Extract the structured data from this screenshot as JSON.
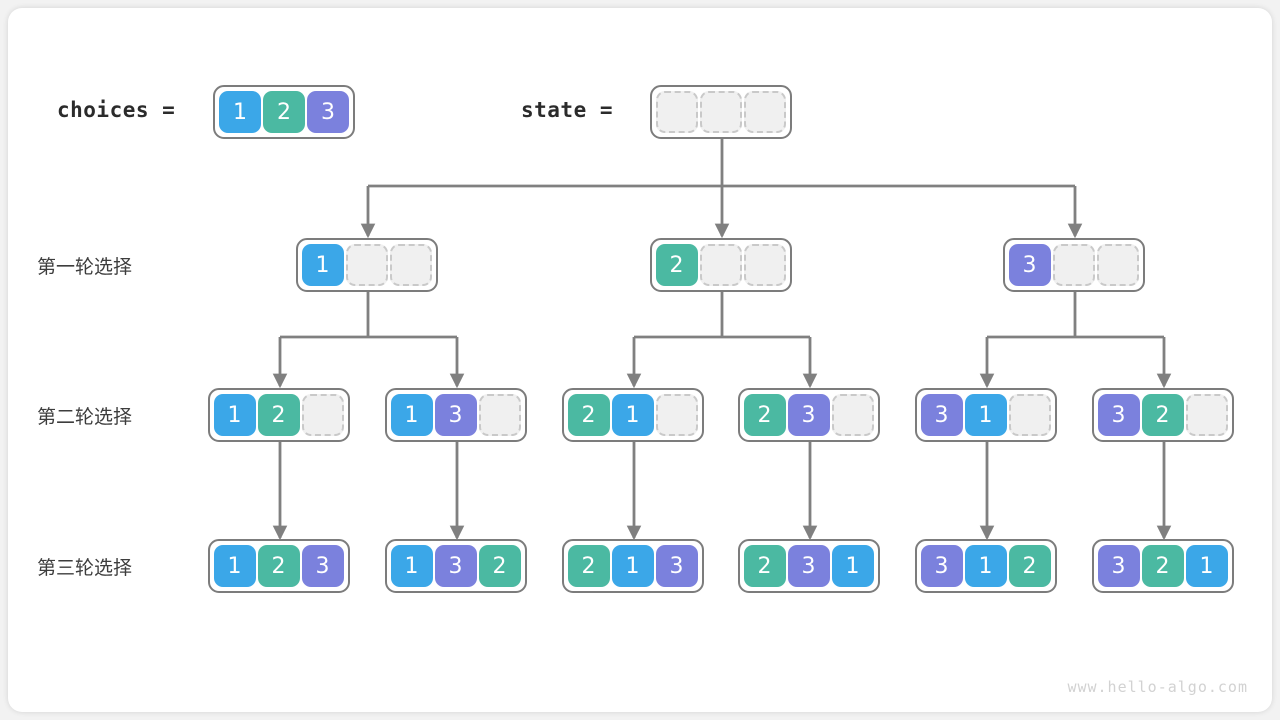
{
  "diagram": {
    "title": "full-permutation-backtracking-tree",
    "watermark": "www.hello-algo.com",
    "colors": {
      "background": "#f2f2f2",
      "card": "#ffffff",
      "edge": "#808080",
      "box_border": "#7c7c7c",
      "empty_fill": "#f0f0f0",
      "empty_border": "#c9c9c9",
      "value_1": "#3ba7e8",
      "value_2": "#4bb9a2",
      "value_3": "#7b81dd",
      "text": "#3d3d3d",
      "watermark_text": "#d2d2d2"
    },
    "legend": {
      "choices_label": "choices  =",
      "choices_values": [
        "1",
        "2",
        "3"
      ],
      "state_label": "state  =",
      "state_values": [
        "",
        "",
        ""
      ]
    },
    "row_labels": [
      {
        "text": "第一轮选择"
      },
      {
        "text": "第二轮选择"
      },
      {
        "text": "第三轮选择"
      }
    ],
    "levels": [
      {
        "name": "level-1",
        "nodes": [
          {
            "values": [
              "1",
              "",
              ""
            ]
          },
          {
            "values": [
              "2",
              "",
              ""
            ]
          },
          {
            "values": [
              "3",
              "",
              ""
            ]
          }
        ]
      },
      {
        "name": "level-2",
        "nodes": [
          {
            "values": [
              "1",
              "2",
              ""
            ]
          },
          {
            "values": [
              "1",
              "3",
              ""
            ]
          },
          {
            "values": [
              "2",
              "1",
              ""
            ]
          },
          {
            "values": [
              "2",
              "3",
              ""
            ]
          },
          {
            "values": [
              "3",
              "1",
              ""
            ]
          },
          {
            "values": [
              "3",
              "2",
              ""
            ]
          }
        ]
      },
      {
        "name": "level-3",
        "nodes": [
          {
            "values": [
              "1",
              "2",
              "3"
            ]
          },
          {
            "values": [
              "1",
              "3",
              "2"
            ]
          },
          {
            "values": [
              "2",
              "1",
              "3"
            ]
          },
          {
            "values": [
              "2",
              "3",
              "1"
            ]
          },
          {
            "values": [
              "3",
              "1",
              "2"
            ]
          },
          {
            "values": [
              "3",
              "2",
              "1"
            ]
          }
        ]
      }
    ]
  }
}
